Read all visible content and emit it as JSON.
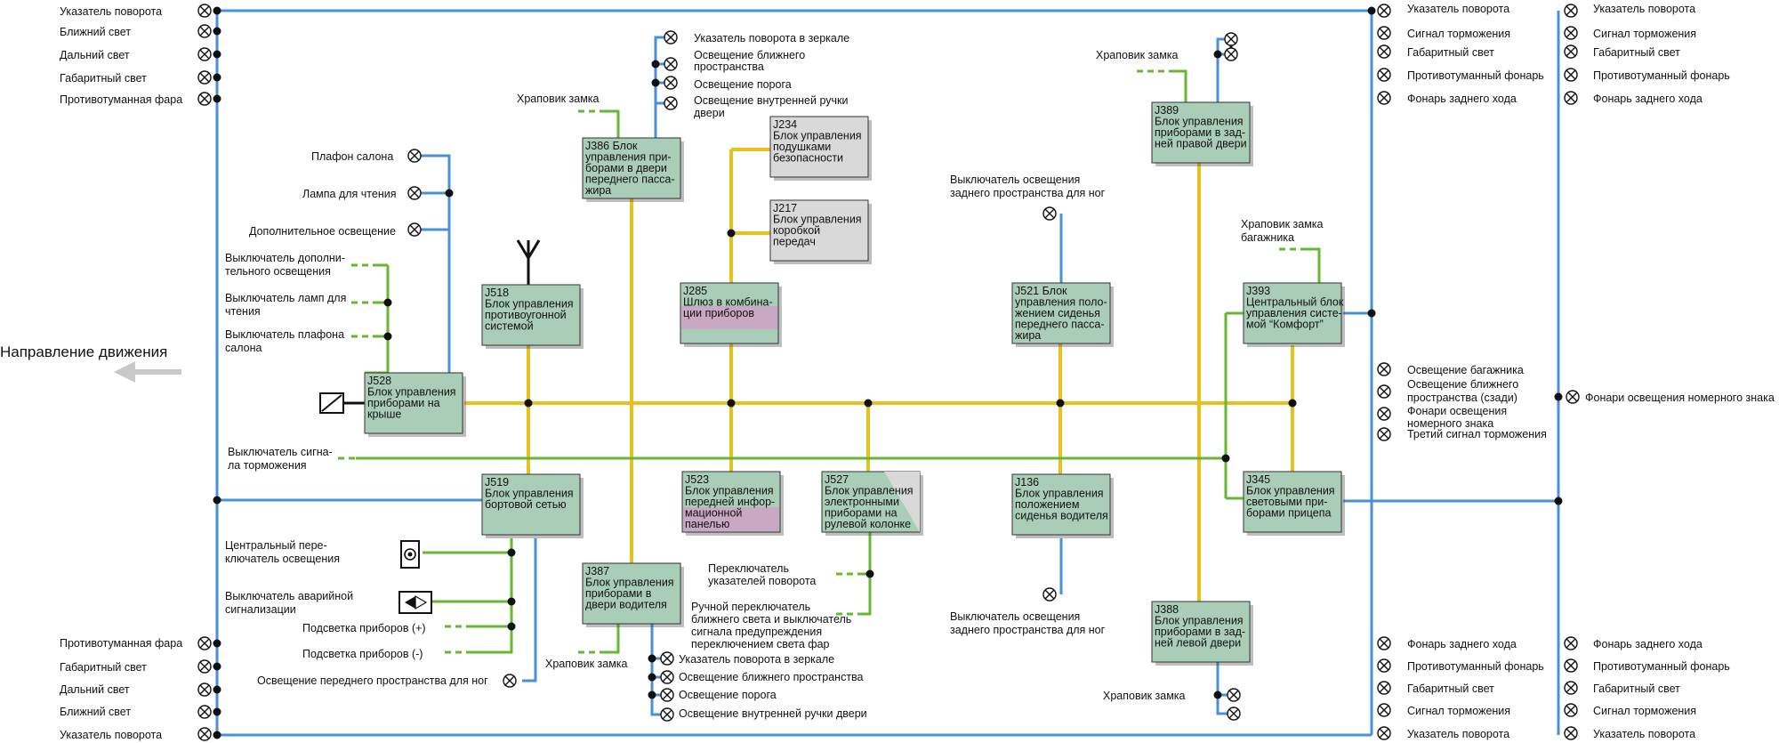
{
  "direction": "Направление движения",
  "left_top": [
    "Указатель поворота",
    "Ближний свет",
    "Дальний свет",
    "Габаритный свет",
    "Противотуманная фара"
  ],
  "left_bottom": [
    "Противотуманная фара",
    "Габаритный свет",
    "Дальний свет",
    "Ближний свет",
    "Указатель поворота"
  ],
  "rc1_top": [
    "Указатель поворота",
    "Сигнал торможения",
    "Габаритный свет",
    "Противотуманный фонарь",
    "Фонарь заднего хода"
  ],
  "rc2_top": [
    "Указатель поворота",
    "Сигнал торможения",
    "Габаритный свет",
    "Противотуманный фонарь",
    "Фонарь заднего хода"
  ],
  "rc1_mid": [
    "Освещение багажника",
    "Освещение ближнего пространства (сзади)",
    "Фонари освещения номерного знака",
    "Третий сигнал торможения"
  ],
  "rc2_mid": "Фонари освещения номерного знака",
  "rc1_bot": [
    "Фонарь заднего хода",
    "Противотуманный фонарь",
    "Габаритный свет",
    "Сигнал торможения",
    "Указатель поворота"
  ],
  "rc2_bot": [
    "Фонарь заднего хода",
    "Противотуманный фонарь",
    "Габаритный свет",
    "Сигнал торможения",
    "Указатель поворота"
  ],
  "roof_lamps": [
    "Плафон салона",
    "Лампа для чтения",
    "Дополнительное освещение"
  ],
  "roof_switches": [
    "Выключатель дополни-тельного освещения",
    "Выключатель ламп для чтения",
    "Выключатель плафона салона"
  ],
  "brake_switch": "Выключатель сигна-ла торможения",
  "j519_inputs": [
    "Центральный пере-ключатель освещения",
    "Выключатель аварийной сигнализации",
    "Подсветка приборов (+)",
    "Подсветка приборов (-)",
    "Освещение переднего пространства для ног"
  ],
  "j386_lamps": [
    "Указатель поворота в зеркале",
    "Освещение ближнего пространства",
    "Освещение порога",
    "Освещение внутренней ручки двери"
  ],
  "j387_lamps": [
    "Указатель поворота в зеркале",
    "Освещение ближнего пространства",
    "Освещение порога",
    "Освещение внутренней ручки двери"
  ],
  "lock_latch": "Храповик замка",
  "trunk_latch": "Храповик замка багажника",
  "footwell_rear_switch": "Выключатель освещения заднего пространства для ног",
  "j527_inputs": [
    "Переключатель указателей поворота",
    "Ручной переключатель ближнего света и выключатель сигнала предупреждения переключением света фар"
  ],
  "boxes": {
    "j528": [
      "J528",
      "Блок управления",
      "приборами на",
      "крыше"
    ],
    "j518": [
      "J518",
      "Блок управления",
      "противоугонной",
      "системой"
    ],
    "j386": [
      "J386 Блок",
      "управления при-",
      "борами в двери",
      "переднего пасса-",
      "жира"
    ],
    "j234": [
      "J234",
      "Блок управления",
      "подушками",
      "безопасности"
    ],
    "j217": [
      "J217",
      "Блок управления",
      "коробкой",
      "передач"
    ],
    "j285": [
      "J285",
      "Шлюз в комбина-",
      "ции приборов"
    ],
    "j521": [
      "J521 Блок",
      "управления поло-",
      "жением сиденья",
      "переднего пасса-",
      "жира"
    ],
    "j389": [
      "J389",
      "Блок управления",
      "приборами в зад-",
      "ней правой двери"
    ],
    "j393": [
      "J393",
      "Центральный блок",
      "управления систе-",
      "мой “Комфорт”"
    ],
    "j519": [
      "J519",
      "Блок управления",
      "бортовой сетью"
    ],
    "j523": [
      "J523",
      "Блок управления",
      "передней инфор-",
      "мационной",
      "панелью"
    ],
    "j527": [
      "J527",
      "Блок управления",
      "электронными",
      "приборами на",
      "рулевой колонке"
    ],
    "j136": [
      "J136",
      "Блок управления",
      "положением",
      "сиденья водителя"
    ],
    "j345": [
      "J345",
      "Блок управления",
      "световыми при-",
      "борами прицепа"
    ],
    "j387": [
      "J387",
      "Блок управления",
      "приборами в",
      "двери водителя"
    ],
    "j388": [
      "J388",
      "Блок управления",
      "приборами в зад-",
      "ней левой двери"
    ]
  },
  "colors": {
    "power": "#4a90d9",
    "bus": "#e8c020",
    "signal": "#66b832",
    "module": "#a9cdb7",
    "gateway": "#d9d9d9"
  }
}
